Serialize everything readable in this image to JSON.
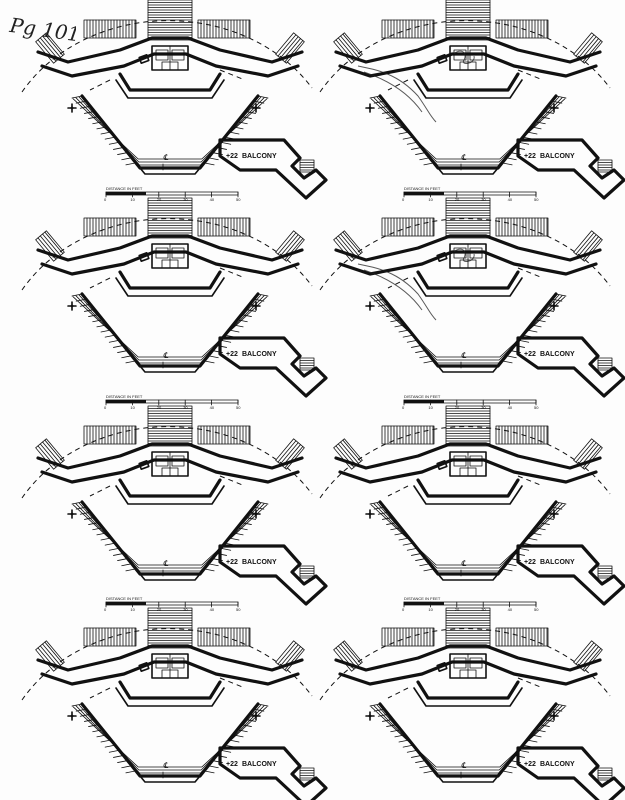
{
  "page_note": "Pg 101",
  "plans": [
    {
      "id": 1,
      "col": 0,
      "row": 0,
      "balcony_label": "BALCONY",
      "balcony_elev": "+22",
      "centerline_label": "℄",
      "has_scale": false,
      "scribble": false
    },
    {
      "id": 2,
      "col": 1,
      "row": 0,
      "balcony_label": "BALCONY",
      "balcony_elev": "+22",
      "centerline_label": "℄",
      "has_scale": false,
      "scribble": true
    },
    {
      "id": 3,
      "col": 0,
      "row": 1,
      "balcony_label": "BALCONY",
      "balcony_elev": "+22",
      "centerline_label": "℄",
      "has_scale": true,
      "scribble": false
    },
    {
      "id": 4,
      "col": 1,
      "row": 1,
      "balcony_label": "BALCONY",
      "balcony_elev": "+22",
      "centerline_label": "℄",
      "has_scale": true,
      "scribble": true
    },
    {
      "id": 5,
      "col": 0,
      "row": 2,
      "balcony_label": "BALCONY",
      "balcony_elev": "+22",
      "centerline_label": "℄",
      "has_scale": true,
      "scribble": false
    },
    {
      "id": 6,
      "col": 1,
      "row": 2,
      "balcony_label": "BALCONY",
      "balcony_elev": "+22",
      "centerline_label": "℄",
      "has_scale": true,
      "scribble": false
    },
    {
      "id": 7,
      "col": 0,
      "row": 3,
      "balcony_label": "BALCONY",
      "balcony_elev": "+22",
      "centerline_label": "℄",
      "has_scale": true,
      "scribble": false
    },
    {
      "id": 8,
      "col": 1,
      "row": 3,
      "balcony_label": "BALCONY",
      "balcony_elev": "+22",
      "centerline_label": "℄",
      "has_scale": true,
      "scribble": false
    }
  ],
  "scale_bar": {
    "title": "DISTANCE IN FEET",
    "ticks": [
      "0",
      "10",
      "20",
      "30",
      "40",
      "50"
    ]
  }
}
